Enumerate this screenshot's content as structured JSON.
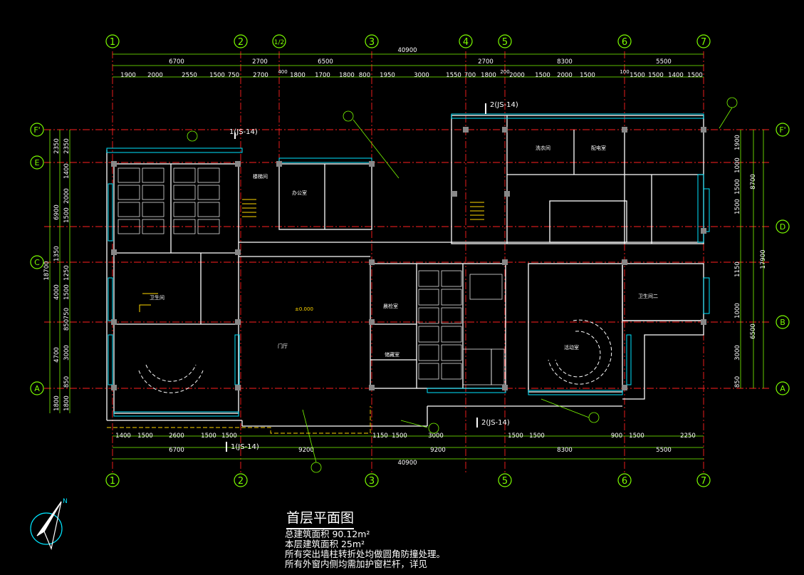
{
  "drawing": {
    "colors": {
      "background": "#000000",
      "grid_line": "#ff2020",
      "wall": "#ffffff",
      "dimension": "#7CFC00",
      "window": "#00e5ff",
      "label": "#ffffff",
      "annotation": "#ffd700",
      "room_fill_lines": "#ffffff"
    },
    "grid_columns": [
      "1",
      "2",
      "1/2",
      "3",
      "4",
      "5",
      "6",
      "7"
    ],
    "grid_rows": [
      "F'",
      "E",
      "D",
      "C",
      "B",
      "A"
    ],
    "total_width": "40900",
    "top_dims_l1": [
      "6700",
      "2700",
      "6500",
      "2700",
      "8300",
      "5500"
    ],
    "top_dims_l2": [
      "1900",
      "2000",
      "2550",
      "1500",
      "750",
      "2700",
      "400",
      "1800",
      "1700",
      "1800",
      "800",
      "1950",
      "3000",
      "1550",
      "700",
      "1800",
      "200",
      "2000",
      "1500",
      "2000",
      "1500",
      "100",
      "1500",
      "1500",
      "1400",
      "1500"
    ],
    "bottom_dims_l1": [
      "1400",
      "1500",
      "2600",
      "1500",
      "1500",
      "1150",
      "1500",
      "3000",
      "1500",
      "1500",
      "900",
      "1500",
      "2250"
    ],
    "bottom_dims_l2": [
      "6700",
      "9200",
      "9200",
      "8300",
      "5500"
    ],
    "left_dims_outer": "18700",
    "left_dims_mid": [
      "2350",
      "6900",
      "1350",
      "4000",
      "4700",
      "1800"
    ],
    "left_dims_inner": [
      "2350",
      "1400",
      "2000",
      "1500",
      "1250",
      "1500",
      "750",
      "850",
      "3000",
      "850",
      "1800"
    ],
    "right_dims_outer": "17900",
    "right_dims_mid": [
      "8700",
      "6500"
    ],
    "right_dims_inner": [
      "1900",
      "1000",
      "1500",
      "1500",
      "1150",
      "1000",
      "3000",
      "850"
    ],
    "section_marks": [
      "1(JS-14)",
      "2(JS-14)",
      "2(JS-14)",
      "1(JS-14)"
    ],
    "rooms": [
      "楼梯间",
      "卫生间",
      "洗衣间",
      "配电室",
      "办公室",
      "门厅",
      "活动室",
      "卫生间二",
      "晨检室",
      "储藏室"
    ],
    "elevation": "±0.000",
    "title": "首层平面图",
    "notes": [
      "总建筑面积 90.12m²",
      "本层建筑面积 25m²",
      "所有突出墙柱转折处均做圆角防撞处理。",
      "所有外窗内侧均需加护窗栏杆，详见"
    ]
  }
}
